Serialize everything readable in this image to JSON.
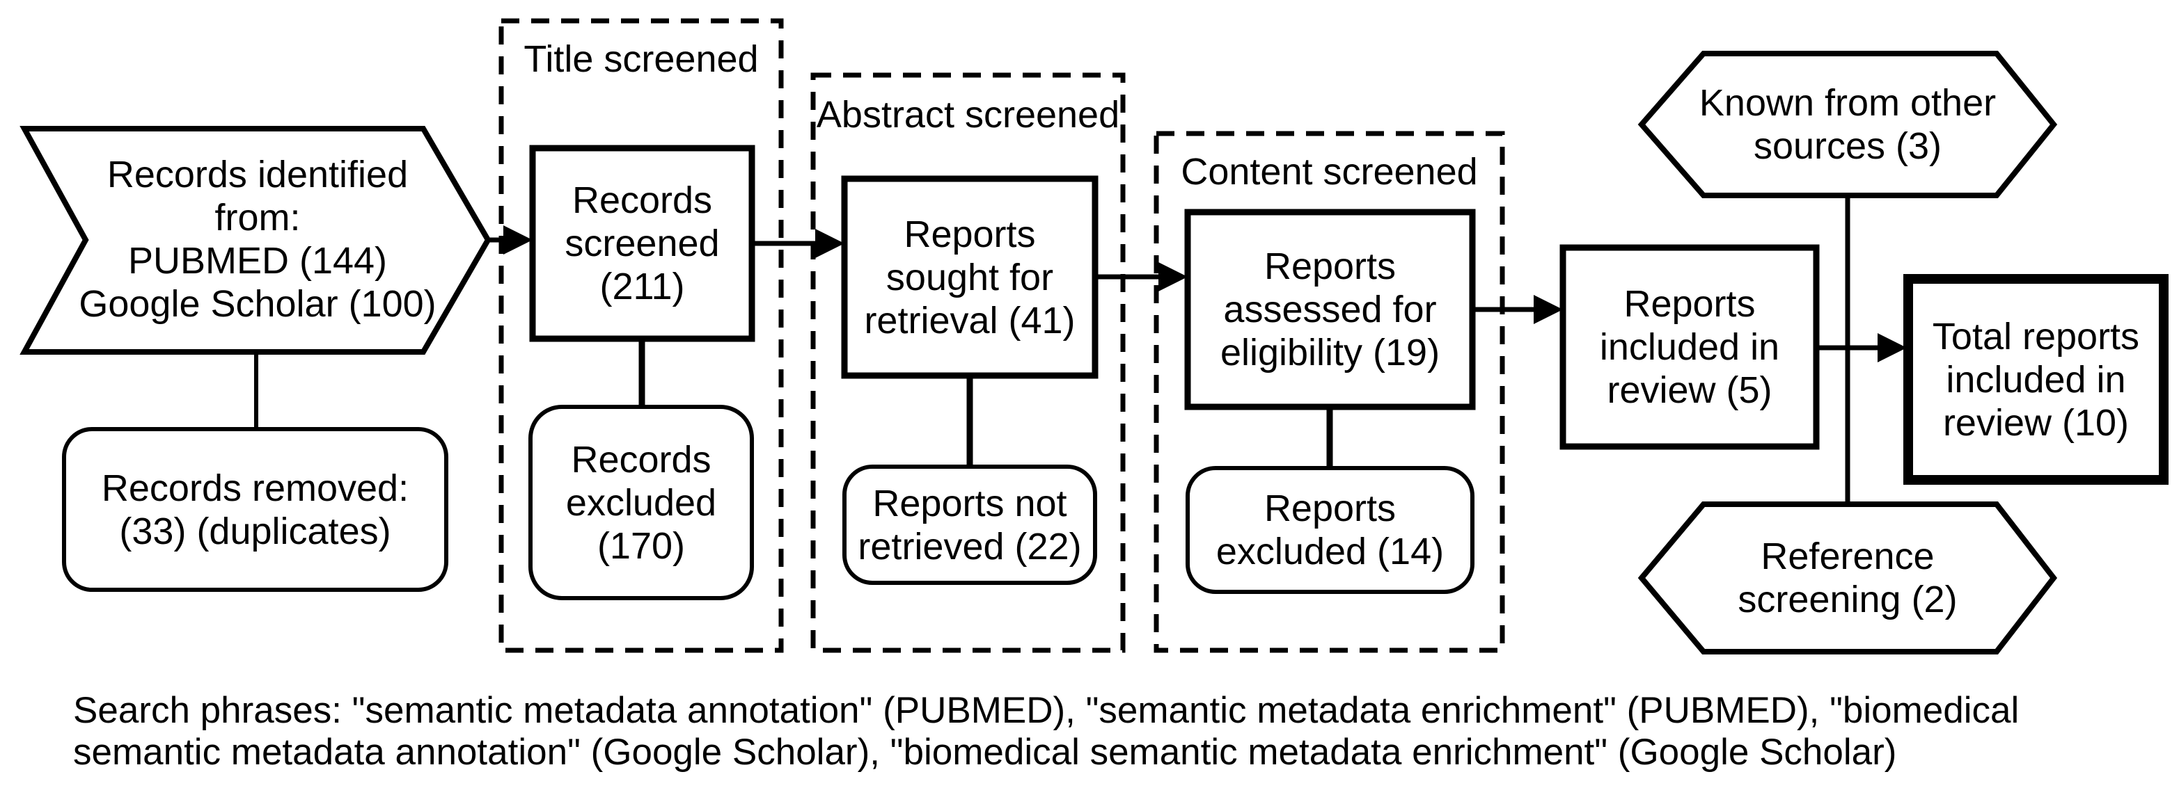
{
  "title": "Systematic review screening flow diagram",
  "nodes": {
    "identified": {
      "label": "Records identified\nfrom:\nPUBMED (144)\nGoogle Scholar (100)"
    },
    "removed": {
      "label": "Records removed:\n(33) (duplicates)"
    },
    "screened": {
      "label": "Records\nscreened\n(211)"
    },
    "screened_excluded": {
      "label": "Records\nexcluded\n(170)"
    },
    "sought": {
      "label": "Reports\nsought for\nretrieval (41)"
    },
    "not_retrieved": {
      "label": "Reports not\nretrieved (22)"
    },
    "assessed": {
      "label": "Reports\nassessed for\neligibility (19)"
    },
    "assessed_excluded": {
      "label": "Reports\nexcluded (14)"
    },
    "included": {
      "label": "Reports\nincluded in\nreview (5)"
    },
    "known_other": {
      "label": "Known from other\nsources (3)"
    },
    "reference_screening": {
      "label": "Reference\nscreening (2)"
    },
    "total": {
      "label": "Total reports\nincluded in\nreview (10)"
    }
  },
  "groups": {
    "title_screened": {
      "label": "Title screened"
    },
    "abstract_screened": {
      "label": "Abstract screened"
    },
    "content_screened": {
      "label": "Content screened"
    }
  },
  "caption": {
    "text": "Search phrases: \"semantic metadata annotation\" (PUBMED), \"semantic metadata enrichment\" (PUBMED), \"biomedical\nsemantic metadata annotation\" (Google Scholar), \"biomedical semantic metadata enrichment\" (Google Scholar)"
  },
  "counts": {
    "pubmed": 144,
    "google_scholar": 100,
    "records_removed_duplicates": 33,
    "records_screened": 211,
    "records_excluded": 170,
    "reports_sought_for_retrieval": 41,
    "reports_not_retrieved": 22,
    "reports_assessed_for_eligibility": 19,
    "reports_excluded": 14,
    "reports_included_in_review": 5,
    "known_from_other_sources": 3,
    "reference_screening": 2,
    "total_reports_included_in_review": 10
  },
  "colors": {
    "line": "#000000",
    "background": "#ffffff"
  }
}
